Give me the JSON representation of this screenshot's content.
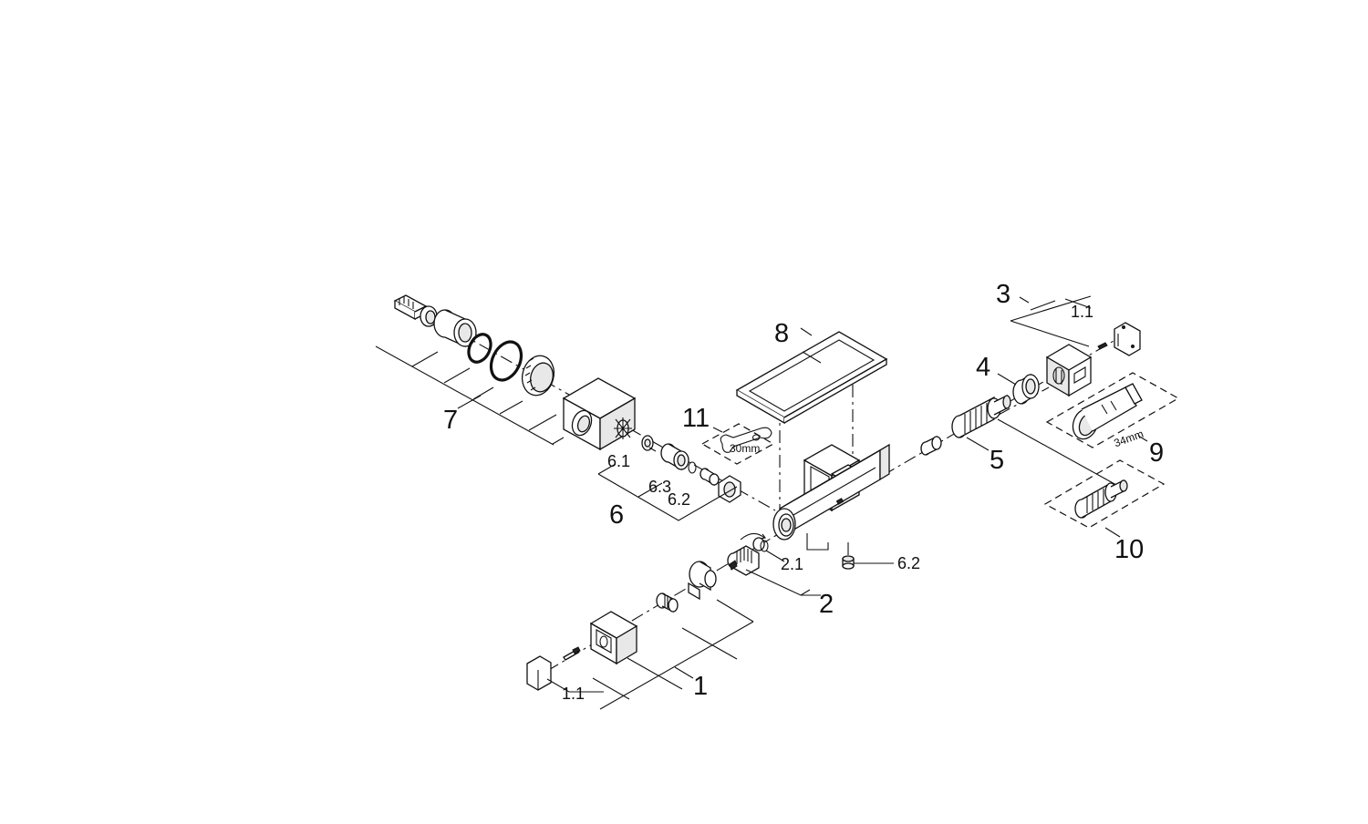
{
  "callouts": {
    "c1": "1",
    "c1_1_left": "1.1",
    "c1_1_right": "1.1",
    "c2": "2",
    "c2_1": "2.1",
    "c3": "3",
    "c4": "4",
    "c5": "5",
    "c6": "6",
    "c6_1": "6.1",
    "c6_2_a": "6.2",
    "c6_2_b": "6.2",
    "c6_3": "6.3",
    "c7": "7",
    "c8": "8",
    "c9": "9",
    "c10": "10",
    "c11": "11"
  },
  "tool_labels": {
    "wrench_size": "30mm",
    "cartridge_tool_size": "34mm"
  },
  "icons": [
    "wrench-icon",
    "cartridge-tool-icon",
    "cartridge-icon",
    "mixer-body-icon"
  ]
}
